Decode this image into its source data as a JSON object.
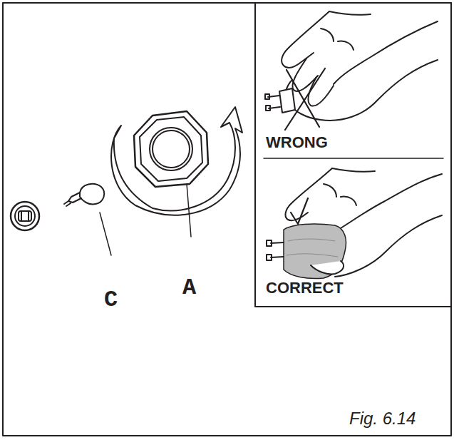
{
  "diagram": {
    "caption": "Fig. 6.14",
    "labels": [
      "C",
      "A",
      "WRONG",
      "CORRECT"
    ]
  }
}
